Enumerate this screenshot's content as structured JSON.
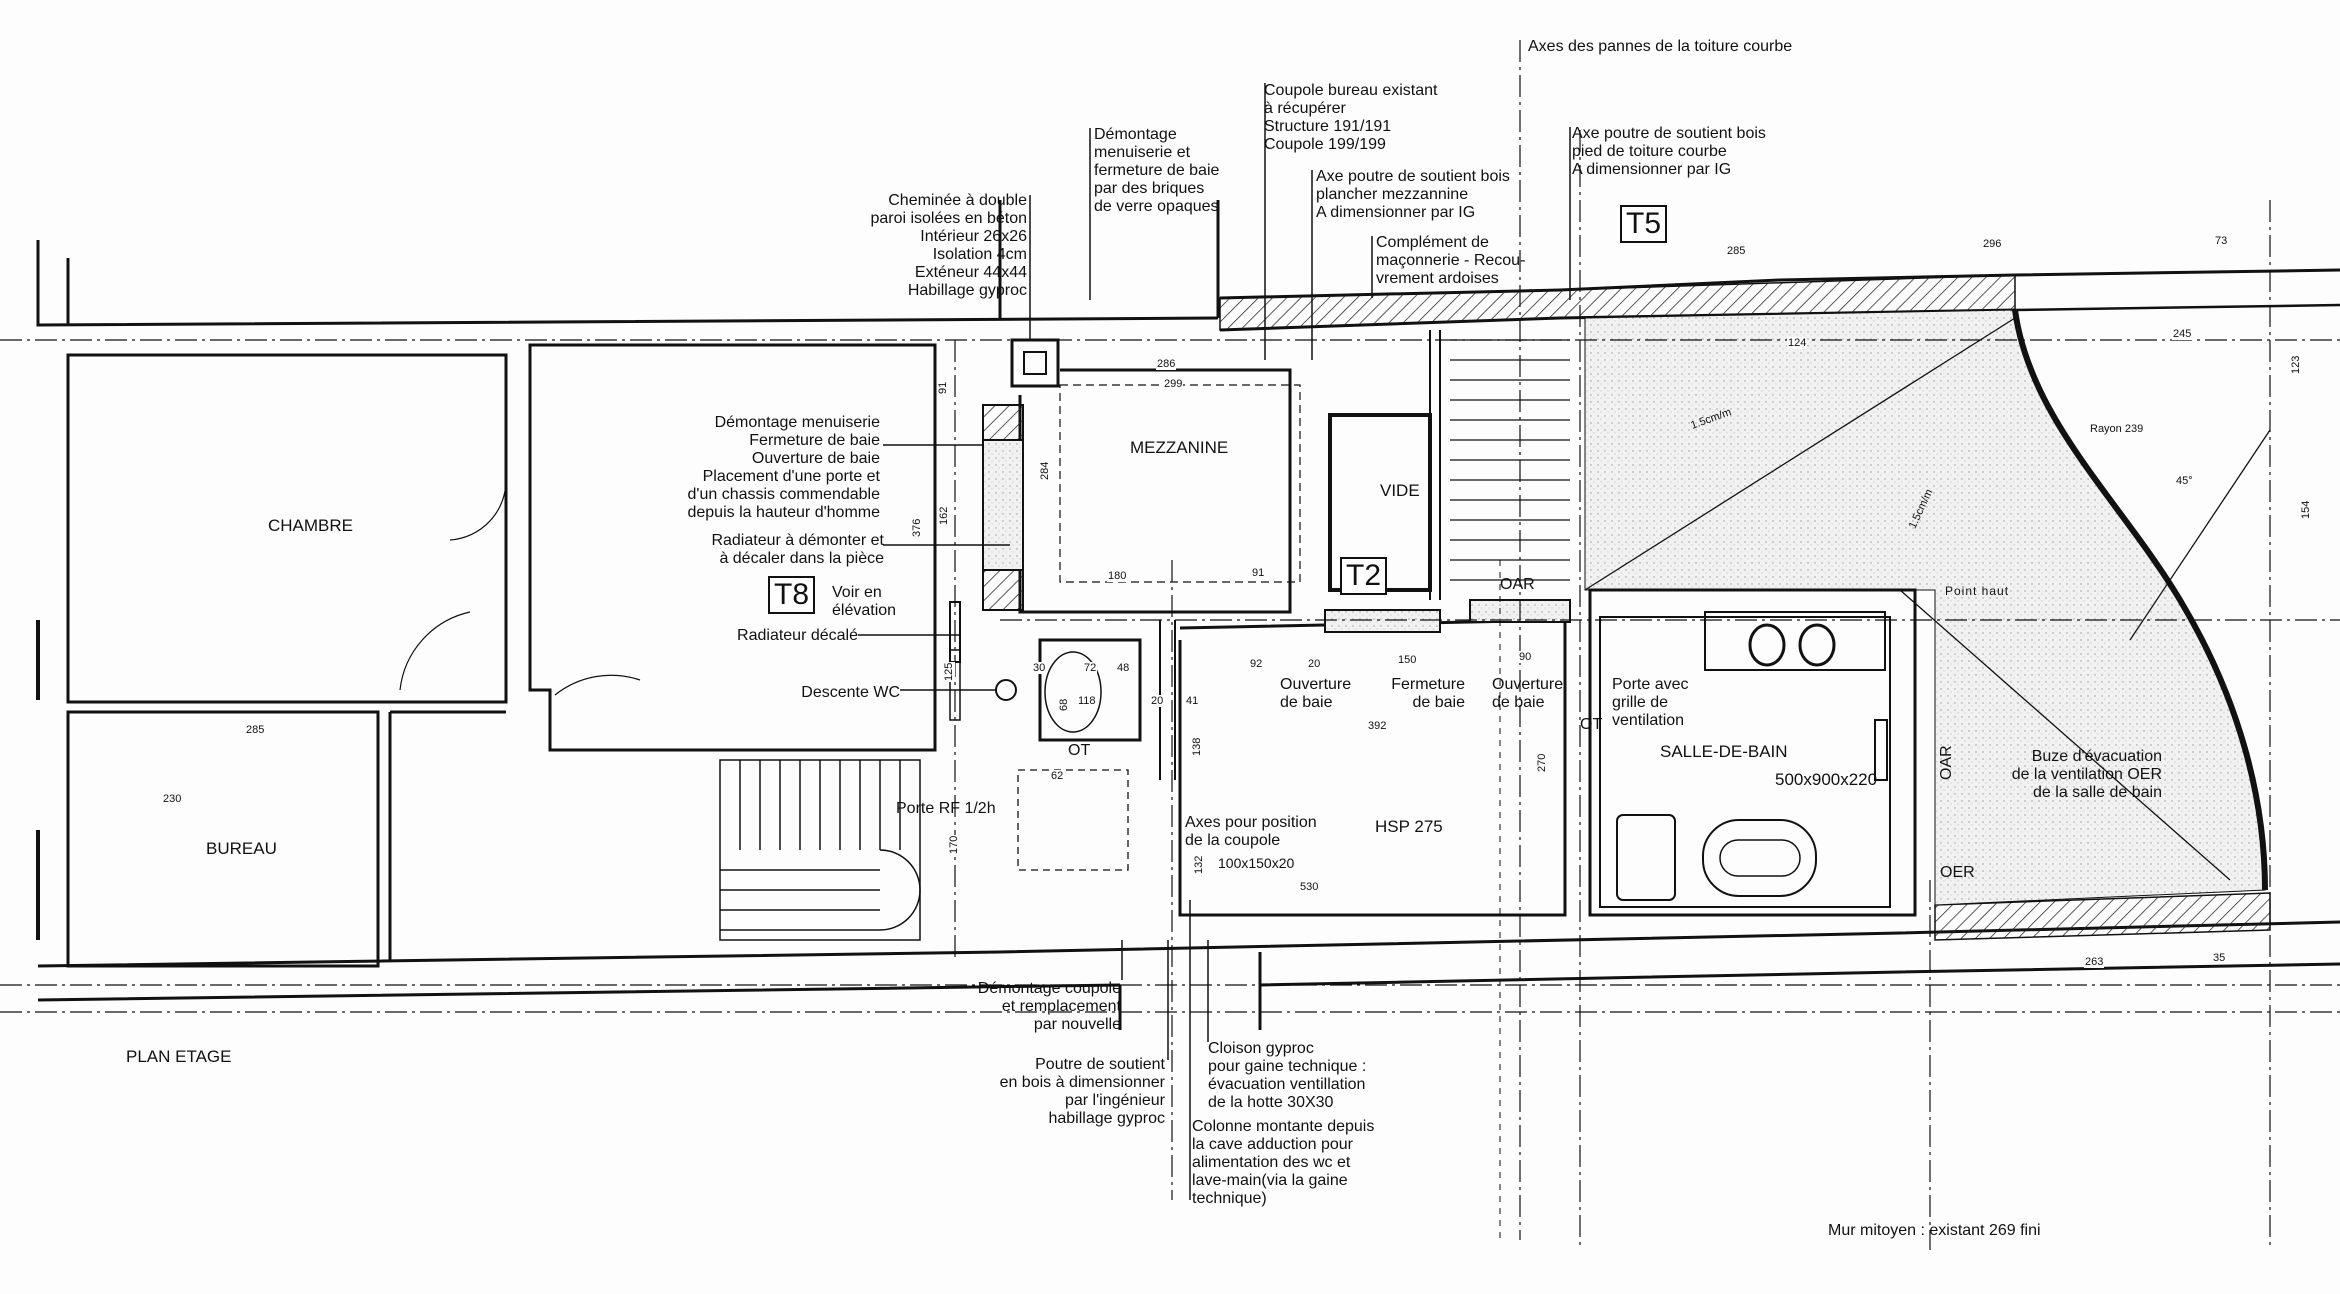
{
  "title": "PLAN ETAGE",
  "rooms": {
    "chambre": "CHAMBRE",
    "bureau": "BUREAU",
    "mezzanine": "MEZZANINE",
    "vide": "VIDE",
    "hsp": "HSP 275",
    "salle_de_bain": "SALLE-DE-BAIN",
    "radiator_size": "500x900x220",
    "bureau_w": "285",
    "bureau_h": "230"
  },
  "tags": {
    "t5": "T5",
    "t2": "T2",
    "t8": "T8"
  },
  "annotations": {
    "cheminee": "Cheminée à double\nparoi isolées en béton\nIntérieur 26x26\nIsolation  4cm\nExténeur 44x44\nHabillage gyproc",
    "demontage_verre": "Démontage\nmenuiserie et\nfermeture de baie\npar des briques\nde verre opaques",
    "coupole_bureau": "Coupole bureau existant\nà récupérer\nStructure 191/191\nCoupole 199/199",
    "axe_poutre_mezz": "Axe poutre de soutient bois\nplancher mezzannine\nA dimensionner par IG",
    "complement": "Complément de\nmaçonnerie - Recou-\nvrement ardoises",
    "axes_pannes": "Axes des pannes de la toiture courbe",
    "axe_poutre_pied": "Axe poutre de soutient bois\npied de toiture courbe\nA dimensionner par IG",
    "demontage_menuiserie": "Démontage menuiserie\nFermeture de baie\nOuverture de baie\nPlacement d'une porte et\nd'un chassis commendable\ndepuis la hauteur d'homme",
    "radiateur_demonter": "Radiateur à démonter et\nà décaler dans la pièce",
    "voir_elevation": "Voir en\nélévation",
    "radiateur_decale": "Radiateur décalé",
    "descente_wc": "Descente WC",
    "porte_rf": "Porte RF 1/2h",
    "ouverture_baie_1": "Ouverture\nde baie",
    "fermeture_baie": "Fermeture\nde baie",
    "ouverture_baie_2": "Ouverture\nde baie",
    "porte_grille": "Porte avec\ngrille de\nventilation",
    "axes_coupole": "Axes pour position\nde la coupole",
    "coupole_size": "100x150x20",
    "buze": "Buze d'évacuation\nde la ventilation OER\nde la salle de bain",
    "demontage_coupole": "Démontage coupole\net remplacement\npar nouvelle",
    "poutre_soutient": "Poutre de soutient\nen bois à dimensionner\npar l'ingénieur\nhabillage gyproc",
    "cloison_gyproc": "Cloison gyproc\npour gaine technique :\névacuation ventillation\nde la hotte 30X30",
    "colonne_montante": "Colonne montante depuis\nla cave adduction pour\nalimentation des wc et\nlave-main(via la gaine\ntechnique)",
    "mur_mitoyen": "Mur mitoyen : existant 269 fini",
    "point_haut": "Point haut",
    "oar_top": "OAR",
    "oar_side": "OAR",
    "oer": "OER",
    "ot_1": "OT",
    "ot_2": "OT",
    "rayon": "Rayon 239",
    "angle": "45°",
    "slope_1": "1.5cm/m",
    "slope_2": "1.5cm/m"
  },
  "dimensions": {
    "d285": "285",
    "d296": "296",
    "d73": "73",
    "d245": "245",
    "d124": "124",
    "d123": "123",
    "d154": "154",
    "d263": "263",
    "d35": "35",
    "d286": "286",
    "d299": "299",
    "d392": "392",
    "d530": "530",
    "d270": "270",
    "d150": "150",
    "d90": "90",
    "d92": "92",
    "d20a": "20",
    "d72": "72",
    "d30": "30",
    "d118": "118",
    "d180": "180",
    "d91a": "91",
    "d138": "138",
    "d132": "132",
    "d125": "125",
    "d376": "376",
    "d162": "162",
    "d170": "170",
    "d91b": "91",
    "d284": "284",
    "d48": "48",
    "d20b": "20",
    "d41": "41",
    "d68": "68",
    "d62": "62"
  }
}
